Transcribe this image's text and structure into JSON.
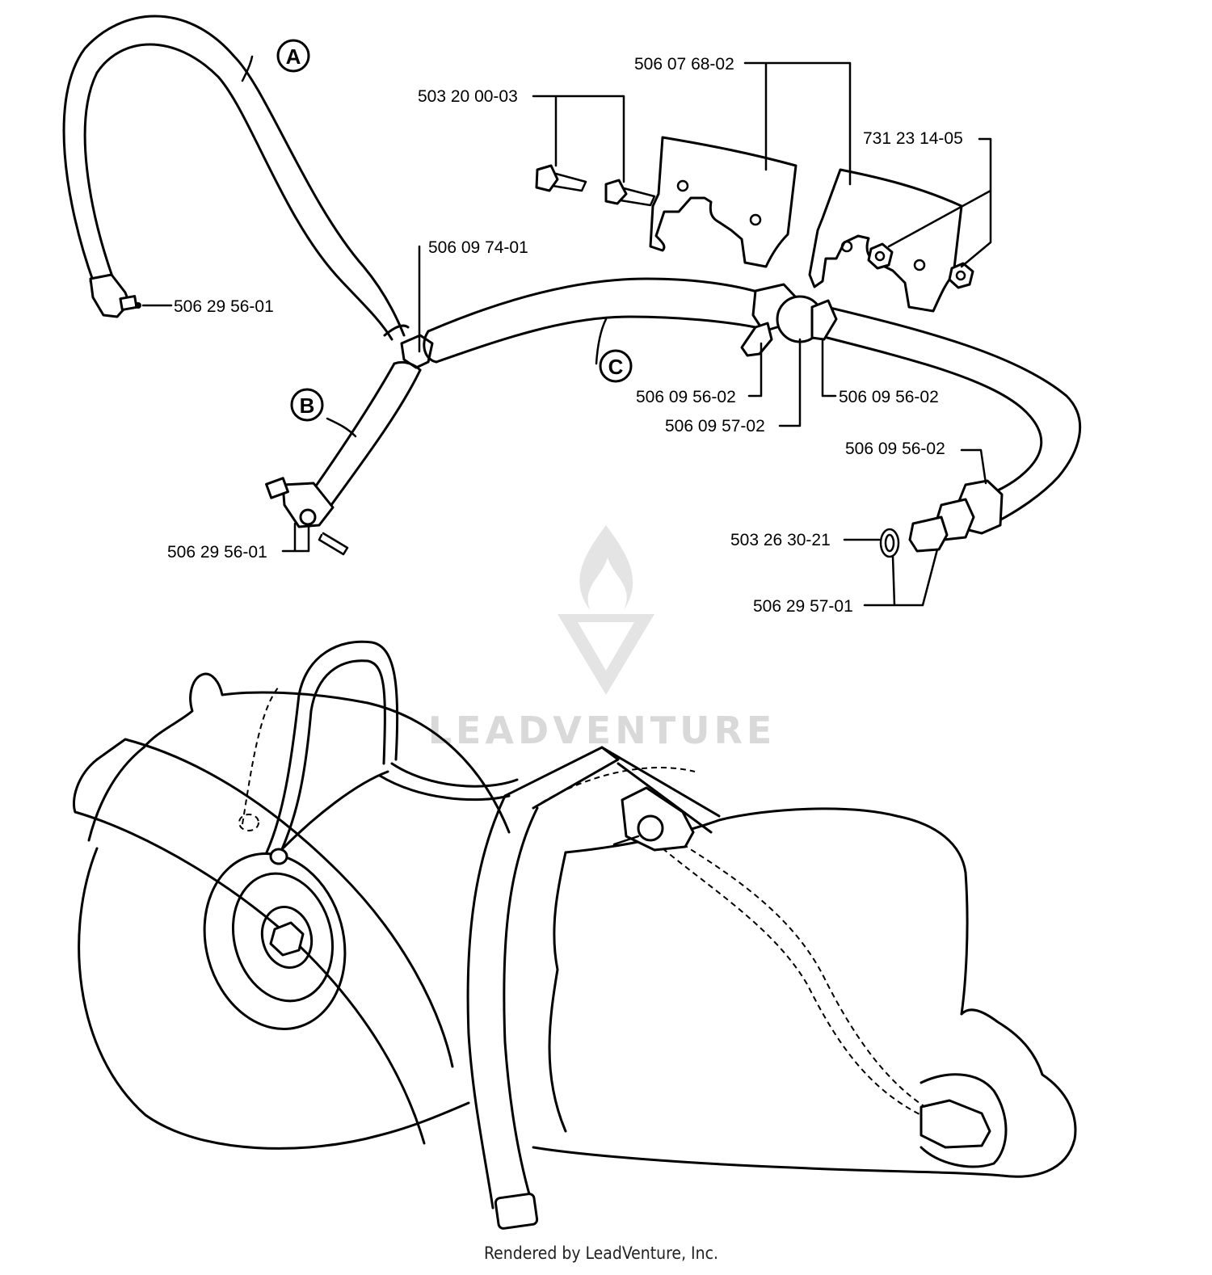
{
  "watermark": {
    "text": "LEADVENTURE"
  },
  "footer": {
    "text": "Rendered by LeadVenture, Inc."
  },
  "callouts": {
    "hose_a": "A",
    "hose_b": "B",
    "hose_c": "C"
  },
  "parts": {
    "nozzle_a": "506 29 56-01",
    "nozzle_b": "506 29 56-01",
    "t_connector": "506 09 74-01",
    "screw": "503 20 00-03",
    "cover_plate": "506 07 68-02",
    "nut": "731 23 14-05",
    "clamp_left": "506 09 56-02",
    "clamp_right": "506 09 56-02",
    "valve": "506 09 57-02",
    "clamp_coupling": "506 09 56-02",
    "o_ring": "503 26 30-21",
    "coupling": "506 29 57-01"
  }
}
